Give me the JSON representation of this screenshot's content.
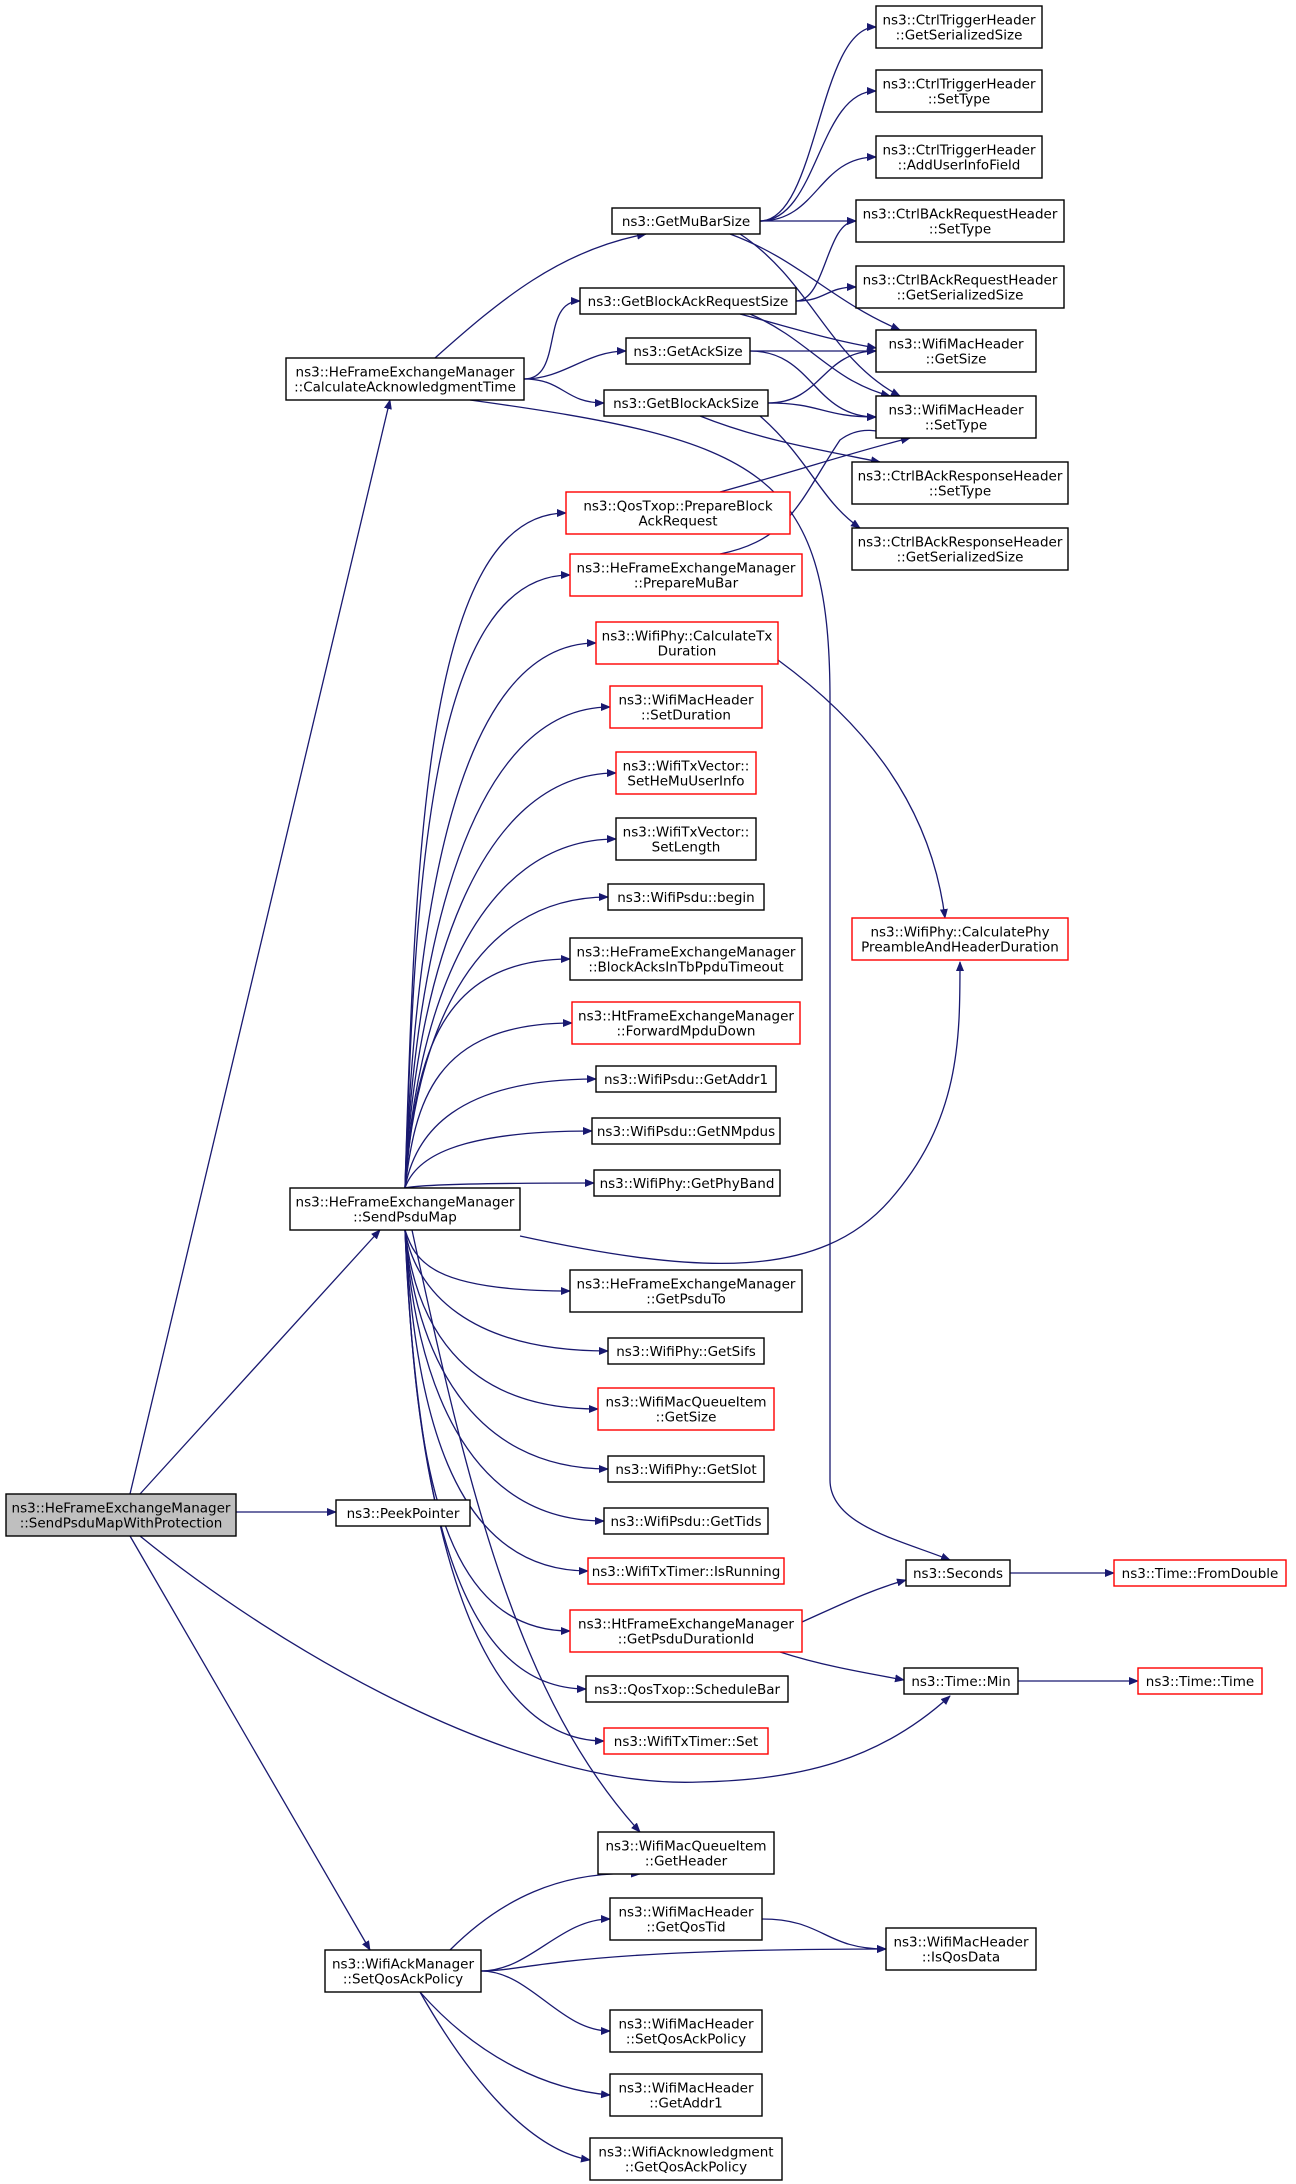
{
  "colors": {
    "edge": "#191970",
    "root_fill": "#bfbfbf",
    "node_border": "#000000",
    "incomplete_border": "#ff0000"
  },
  "nodes": [
    {
      "id": "n0",
      "lines": [
        "ns3::HeFrameExchangeManager",
        "::SendPsduMapWithProtection"
      ],
      "style": "root"
    },
    {
      "id": "n1",
      "lines": [
        "ns3::HeFrameExchangeManager",
        "::CalculateAcknowledgmentTime"
      ],
      "style": "black"
    },
    {
      "id": "n2",
      "lines": [
        "ns3::HeFrameExchangeManager",
        "::SendPsduMap"
      ],
      "style": "black"
    },
    {
      "id": "n3",
      "lines": [
        "ns3::PeekPointer"
      ],
      "style": "black"
    },
    {
      "id": "n4",
      "lines": [
        "ns3::WifiAckManager",
        "::SetQosAckPolicy"
      ],
      "style": "black"
    },
    {
      "id": "n5",
      "lines": [
        "ns3::Time::Min"
      ],
      "style": "black"
    },
    {
      "id": "n6",
      "lines": [
        "ns3::GetMuBarSize"
      ],
      "style": "black"
    },
    {
      "id": "n7",
      "lines": [
        "ns3::GetBlockAckRequestSize"
      ],
      "style": "black"
    },
    {
      "id": "n8",
      "lines": [
        "ns3::GetAckSize"
      ],
      "style": "black"
    },
    {
      "id": "n9",
      "lines": [
        "ns3::GetBlockAckSize"
      ],
      "style": "black"
    },
    {
      "id": "n10",
      "lines": [
        "ns3::Seconds"
      ],
      "style": "black"
    },
    {
      "id": "n11",
      "lines": [
        "ns3::CtrlTriggerHeader",
        "::GetSerializedSize"
      ],
      "style": "black"
    },
    {
      "id": "n12",
      "lines": [
        "ns3::CtrlTriggerHeader",
        "::SetType"
      ],
      "style": "black"
    },
    {
      "id": "n13",
      "lines": [
        "ns3::CtrlTriggerHeader",
        "::AddUserInfoField"
      ],
      "style": "black"
    },
    {
      "id": "n14",
      "lines": [
        "ns3::CtrlBAckRequestHeader",
        "::SetType"
      ],
      "style": "black"
    },
    {
      "id": "n15",
      "lines": [
        "ns3::CtrlBAckRequestHeader",
        "::GetSerializedSize"
      ],
      "style": "black"
    },
    {
      "id": "n16",
      "lines": [
        "ns3::WifiMacHeader",
        "::GetSize"
      ],
      "style": "black"
    },
    {
      "id": "n17",
      "lines": [
        "ns3::WifiMacHeader",
        "::SetType"
      ],
      "style": "black"
    },
    {
      "id": "n18",
      "lines": [
        "ns3::CtrlBAckResponseHeader",
        "::SetType"
      ],
      "style": "black"
    },
    {
      "id": "n19",
      "lines": [
        "ns3::CtrlBAckResponseHeader",
        "::GetSerializedSize"
      ],
      "style": "black"
    },
    {
      "id": "n20",
      "lines": [
        "ns3::QosTxop::PrepareBlock",
        "AckRequest"
      ],
      "style": "red"
    },
    {
      "id": "n21",
      "lines": [
        "ns3::HeFrameExchangeManager",
        "::PrepareMuBar"
      ],
      "style": "red"
    },
    {
      "id": "n22",
      "lines": [
        "ns3::WifiPhy::CalculateTx",
        "Duration"
      ],
      "style": "red"
    },
    {
      "id": "n23",
      "lines": [
        "ns3::WifiMacHeader",
        "::SetDuration"
      ],
      "style": "red"
    },
    {
      "id": "n24",
      "lines": [
        "ns3::WifiTxVector::",
        "SetHeMuUserInfo"
      ],
      "style": "red"
    },
    {
      "id": "n25",
      "lines": [
        "ns3::WifiTxVector::",
        "SetLength"
      ],
      "style": "black"
    },
    {
      "id": "n26",
      "lines": [
        "ns3::WifiPsdu::begin"
      ],
      "style": "black"
    },
    {
      "id": "n27",
      "lines": [
        "ns3::HeFrameExchangeManager",
        "::BlockAcksInTbPpduTimeout"
      ],
      "style": "black"
    },
    {
      "id": "n28",
      "lines": [
        "ns3::HtFrameExchangeManager",
        "::ForwardMpduDown"
      ],
      "style": "red"
    },
    {
      "id": "n29",
      "lines": [
        "ns3::WifiPsdu::GetAddr1"
      ],
      "style": "black"
    },
    {
      "id": "n30",
      "lines": [
        "ns3::WifiPsdu::GetNMpdus"
      ],
      "style": "black"
    },
    {
      "id": "n31",
      "lines": [
        "ns3::WifiPhy::GetPhyBand"
      ],
      "style": "black"
    },
    {
      "id": "n32",
      "lines": [
        "ns3::WifiPhy::CalculatePhy",
        "PreambleAndHeaderDuration"
      ],
      "style": "red"
    },
    {
      "id": "n33",
      "lines": [
        "ns3::HeFrameExchangeManager",
        "::GetPsduTo"
      ],
      "style": "black"
    },
    {
      "id": "n34",
      "lines": [
        "ns3::WifiPhy::GetSifs"
      ],
      "style": "black"
    },
    {
      "id": "n35",
      "lines": [
        "ns3::WifiMacQueueItem",
        "::GetSize"
      ],
      "style": "red"
    },
    {
      "id": "n36",
      "lines": [
        "ns3::WifiPhy::GetSlot"
      ],
      "style": "black"
    },
    {
      "id": "n37",
      "lines": [
        "ns3::WifiPsdu::GetTids"
      ],
      "style": "black"
    },
    {
      "id": "n38",
      "lines": [
        "ns3::WifiTxTimer::IsRunning"
      ],
      "style": "red"
    },
    {
      "id": "n39",
      "lines": [
        "ns3::HtFrameExchangeManager",
        "::GetPsduDurationId"
      ],
      "style": "red"
    },
    {
      "id": "n40",
      "lines": [
        "ns3::QosTxop::ScheduleBar"
      ],
      "style": "black"
    },
    {
      "id": "n41",
      "lines": [
        "ns3::WifiTxTimer::Set"
      ],
      "style": "red"
    },
    {
      "id": "n42",
      "lines": [
        "ns3::Time::FromDouble"
      ],
      "style": "red"
    },
    {
      "id": "n43",
      "lines": [
        "ns3::Time::Time"
      ],
      "style": "red"
    },
    {
      "id": "n44",
      "lines": [
        "ns3::WifiMacQueueItem",
        "::GetHeader"
      ],
      "style": "black"
    },
    {
      "id": "n45",
      "lines": [
        "ns3::WifiMacHeader",
        "::GetQosTid"
      ],
      "style": "black"
    },
    {
      "id": "n46",
      "lines": [
        "ns3::WifiMacHeader",
        "::IsQosData"
      ],
      "style": "black"
    },
    {
      "id": "n47",
      "lines": [
        "ns3::WifiMacHeader",
        "::SetQosAckPolicy"
      ],
      "style": "black"
    },
    {
      "id": "n48",
      "lines": [
        "ns3::WifiMacHeader",
        "::GetAddr1"
      ],
      "style": "black"
    },
    {
      "id": "n49",
      "lines": [
        "ns3::WifiAcknowledgment",
        "::GetQosAckPolicy"
      ],
      "style": "black"
    }
  ],
  "edges": [
    [
      "n0",
      "n1"
    ],
    [
      "n0",
      "n2"
    ],
    [
      "n0",
      "n3"
    ],
    [
      "n0",
      "n4"
    ],
    [
      "n0",
      "n5"
    ],
    [
      "n1",
      "n6"
    ],
    [
      "n1",
      "n7"
    ],
    [
      "n1",
      "n8"
    ],
    [
      "n1",
      "n9"
    ],
    [
      "n1",
      "n10"
    ],
    [
      "n6",
      "n11"
    ],
    [
      "n6",
      "n12"
    ],
    [
      "n6",
      "n13"
    ],
    [
      "n6",
      "n14"
    ],
    [
      "n6",
      "n16"
    ],
    [
      "n6",
      "n17"
    ],
    [
      "n7",
      "n14"
    ],
    [
      "n7",
      "n15"
    ],
    [
      "n7",
      "n16"
    ],
    [
      "n7",
      "n17"
    ],
    [
      "n8",
      "n16"
    ],
    [
      "n8",
      "n17"
    ],
    [
      "n9",
      "n16"
    ],
    [
      "n9",
      "n17"
    ],
    [
      "n9",
      "n18"
    ],
    [
      "n9",
      "n19"
    ],
    [
      "n20",
      "n17"
    ],
    [
      "n21",
      "n17"
    ],
    [
      "n2",
      "n20"
    ],
    [
      "n2",
      "n21"
    ],
    [
      "n2",
      "n22"
    ],
    [
      "n2",
      "n23"
    ],
    [
      "n2",
      "n24"
    ],
    [
      "n2",
      "n25"
    ],
    [
      "n2",
      "n26"
    ],
    [
      "n2",
      "n27"
    ],
    [
      "n2",
      "n28"
    ],
    [
      "n2",
      "n29"
    ],
    [
      "n2",
      "n30"
    ],
    [
      "n2",
      "n31"
    ],
    [
      "n2",
      "n32"
    ],
    [
      "n2",
      "n33"
    ],
    [
      "n2",
      "n34"
    ],
    [
      "n2",
      "n35"
    ],
    [
      "n2",
      "n36"
    ],
    [
      "n2",
      "n37"
    ],
    [
      "n2",
      "n38"
    ],
    [
      "n2",
      "n39"
    ],
    [
      "n2",
      "n40"
    ],
    [
      "n2",
      "n41"
    ],
    [
      "n2",
      "n44"
    ],
    [
      "n22",
      "n32"
    ],
    [
      "n39",
      "n10"
    ],
    [
      "n39",
      "n5"
    ],
    [
      "n10",
      "n42"
    ],
    [
      "n5",
      "n43"
    ],
    [
      "n4",
      "n44"
    ],
    [
      "n4",
      "n45"
    ],
    [
      "n4",
      "n46"
    ],
    [
      "n4",
      "n47"
    ],
    [
      "n4",
      "n48"
    ],
    [
      "n4",
      "n49"
    ],
    [
      "n45",
      "n46"
    ]
  ]
}
